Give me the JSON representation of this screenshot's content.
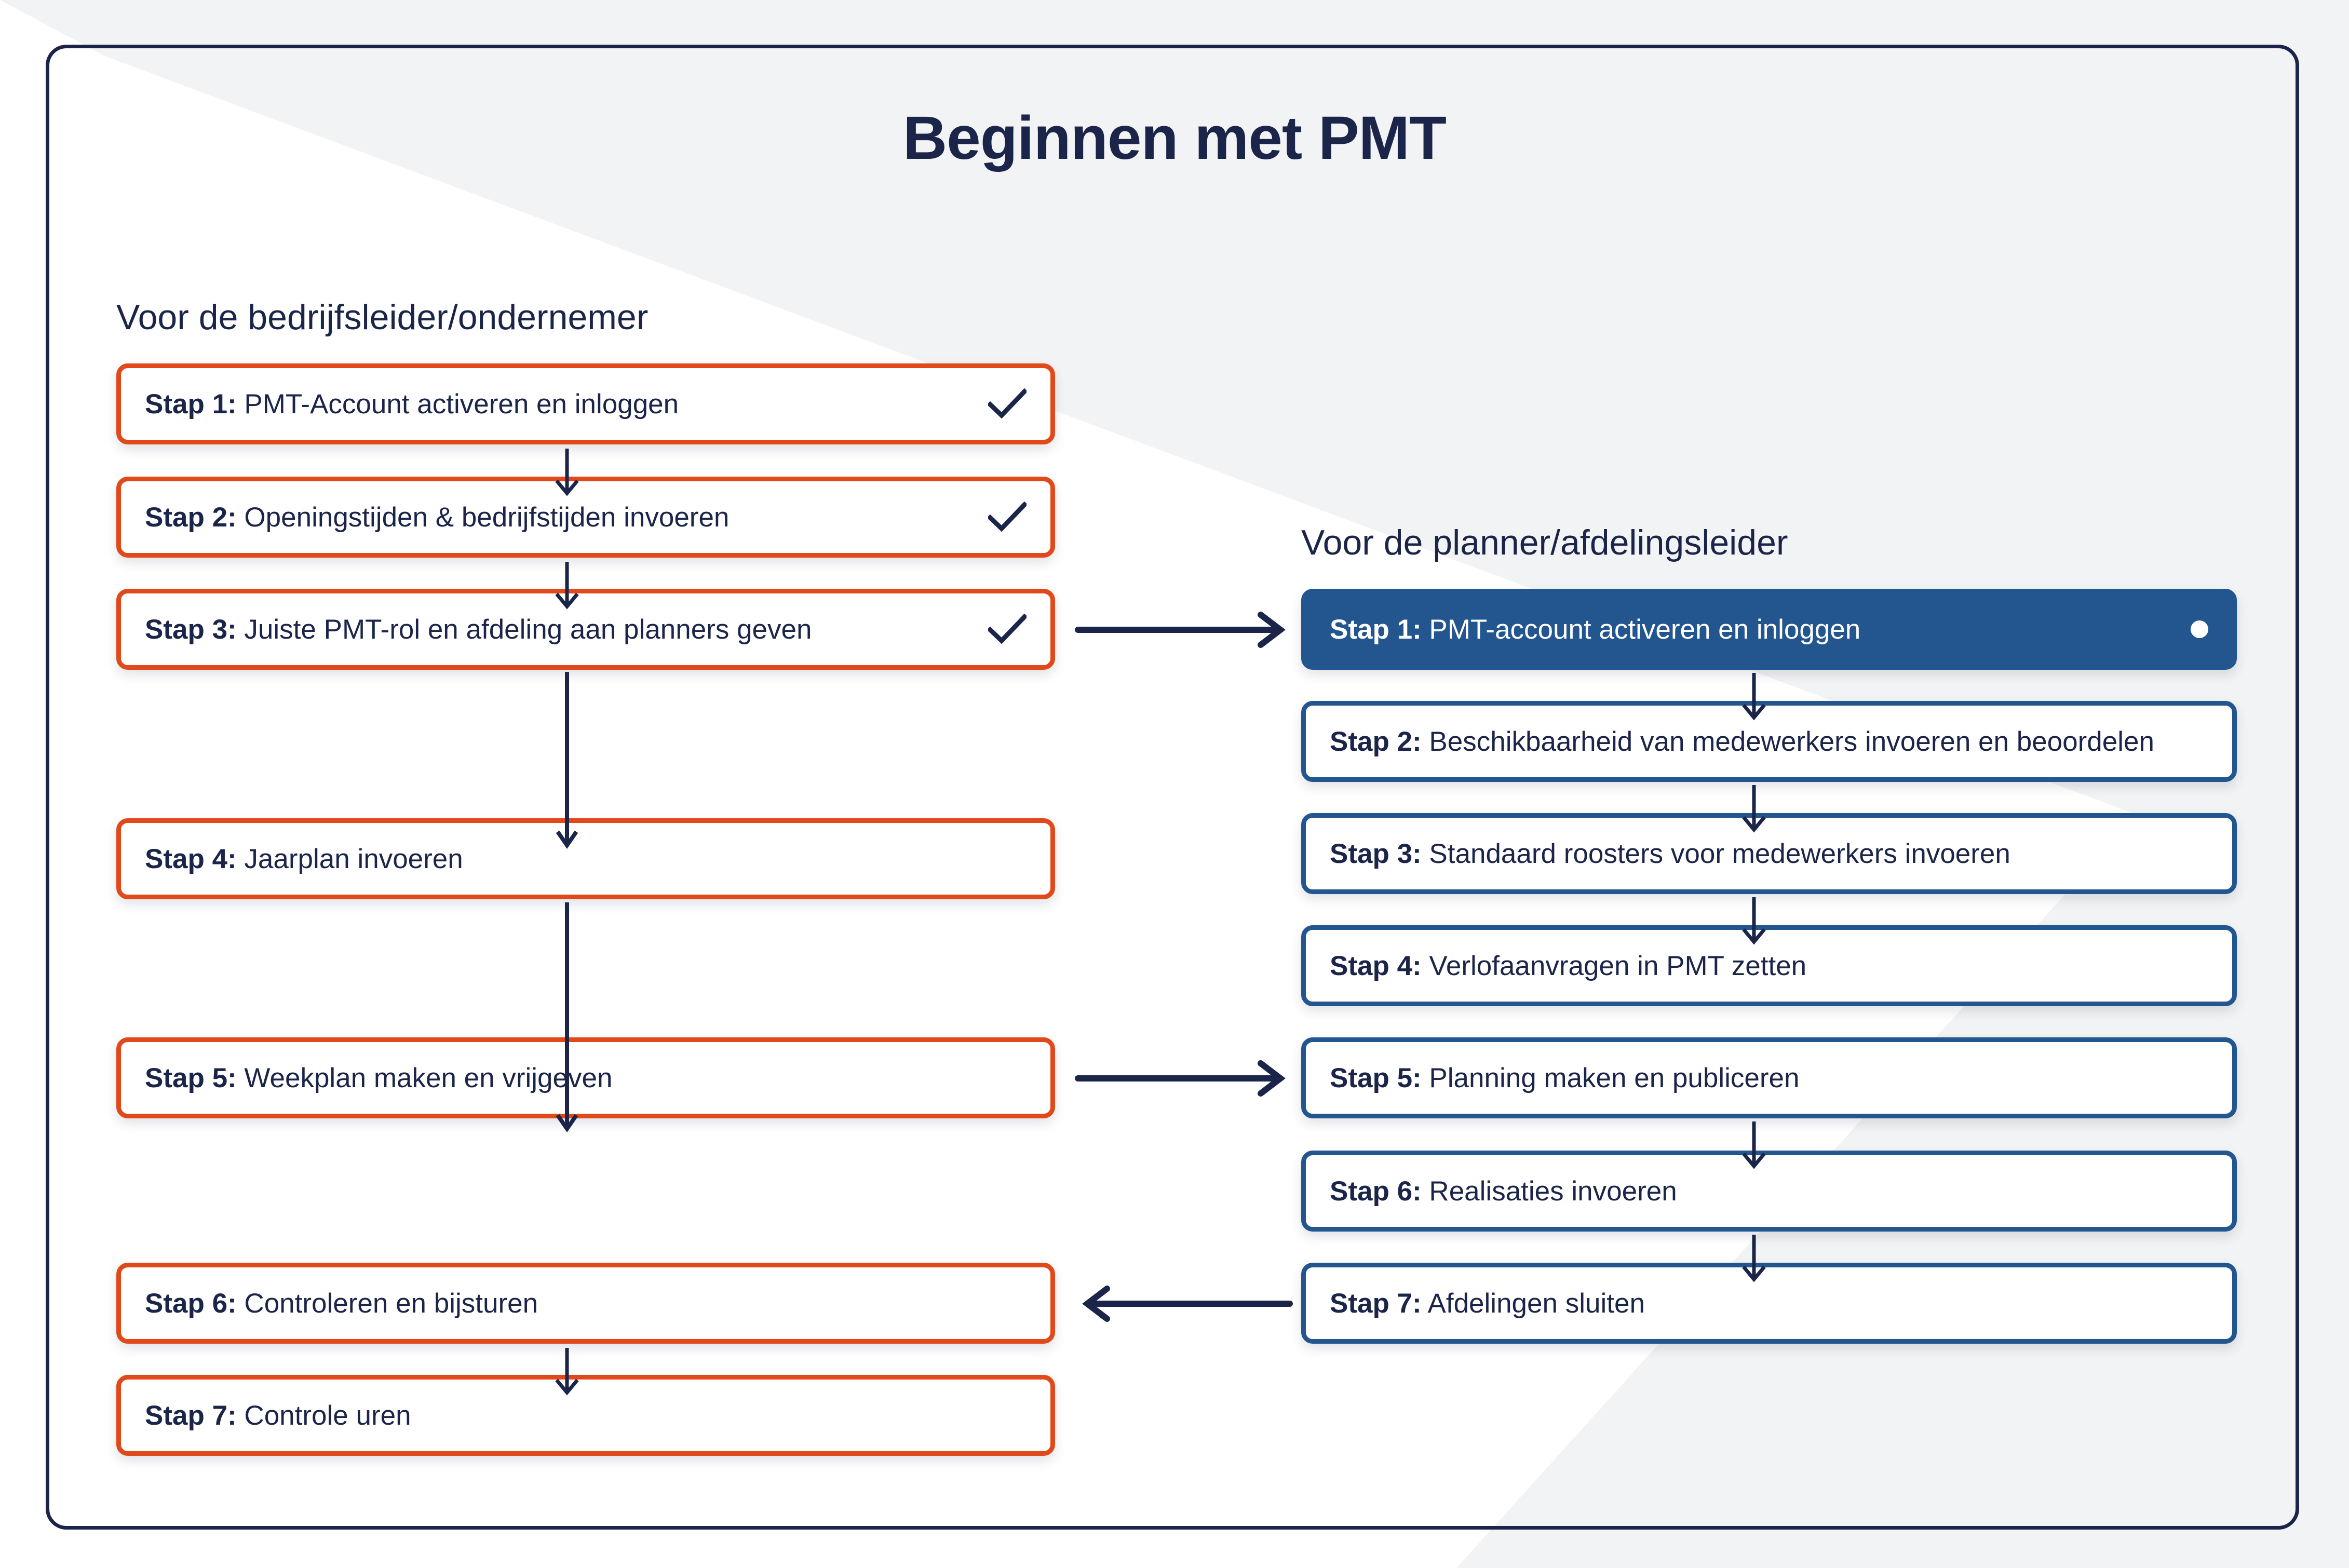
{
  "title": "Beginnen met PMT",
  "colors": {
    "navy": "#1b2549",
    "orange": "#e2491a",
    "blue": "#23558f",
    "page_background": "#ffffff",
    "wedge_background": "#f2f3f4"
  },
  "columns": {
    "left": {
      "heading": "Voor de bedrijfsleider/ondernemer",
      "accent": "#e2491a",
      "steps": [
        {
          "num": "Stap 1:",
          "label": " PMT-Account activeren en inloggen",
          "mark": "check"
        },
        {
          "num": "Stap 2:",
          "label": " Openingstijden & bedrijfstijden invoeren",
          "mark": "check"
        },
        {
          "num": "Stap 3:",
          "label": " Juiste PMT-rol en afdeling aan planners geven",
          "mark": "check"
        },
        {
          "num": "Stap 4:",
          "label": " Jaarplan invoeren",
          "mark": "none"
        },
        {
          "num": "Stap 5:",
          "label": " Weekplan maken en vrijgeven",
          "mark": "none"
        },
        {
          "num": "Stap 6:",
          "label": " Controleren en bijsturen",
          "mark": "none"
        },
        {
          "num": "Stap 7:",
          "label": " Controle uren",
          "mark": "none"
        }
      ]
    },
    "right": {
      "heading": "Voor de planner/afdelingsleider",
      "accent": "#23558f",
      "steps": [
        {
          "num": "Stap 1:",
          "label": " PMT-account activeren en inloggen",
          "mark": "dot",
          "style": "filled"
        },
        {
          "num": "Stap 2:",
          "label": " Beschikbaarheid van medewerkers invoeren en beoordelen",
          "mark": "none",
          "style": "outline"
        },
        {
          "num": "Stap 3:",
          "label": " Standaard roosters voor medewerkers invoeren",
          "mark": "none",
          "style": "outline"
        },
        {
          "num": "Stap 4:",
          "label": " Verlofaanvragen in PMT zetten",
          "mark": "none",
          "style": "outline"
        },
        {
          "num": "Stap 5:",
          "label": " Planning maken en publiceren",
          "mark": "none",
          "style": "outline"
        },
        {
          "num": "Stap 6:",
          "label": " Realisaties invoeren",
          "mark": "none",
          "style": "outline"
        },
        {
          "num": "Stap 7:",
          "label": " Afdelingen sluiten",
          "mark": "none",
          "style": "outline"
        }
      ]
    }
  },
  "connectors": {
    "left_to_right_top": "arrow-right",
    "left_to_right_middle": "arrow-right",
    "right_to_left_bottom": "arrow-left"
  }
}
